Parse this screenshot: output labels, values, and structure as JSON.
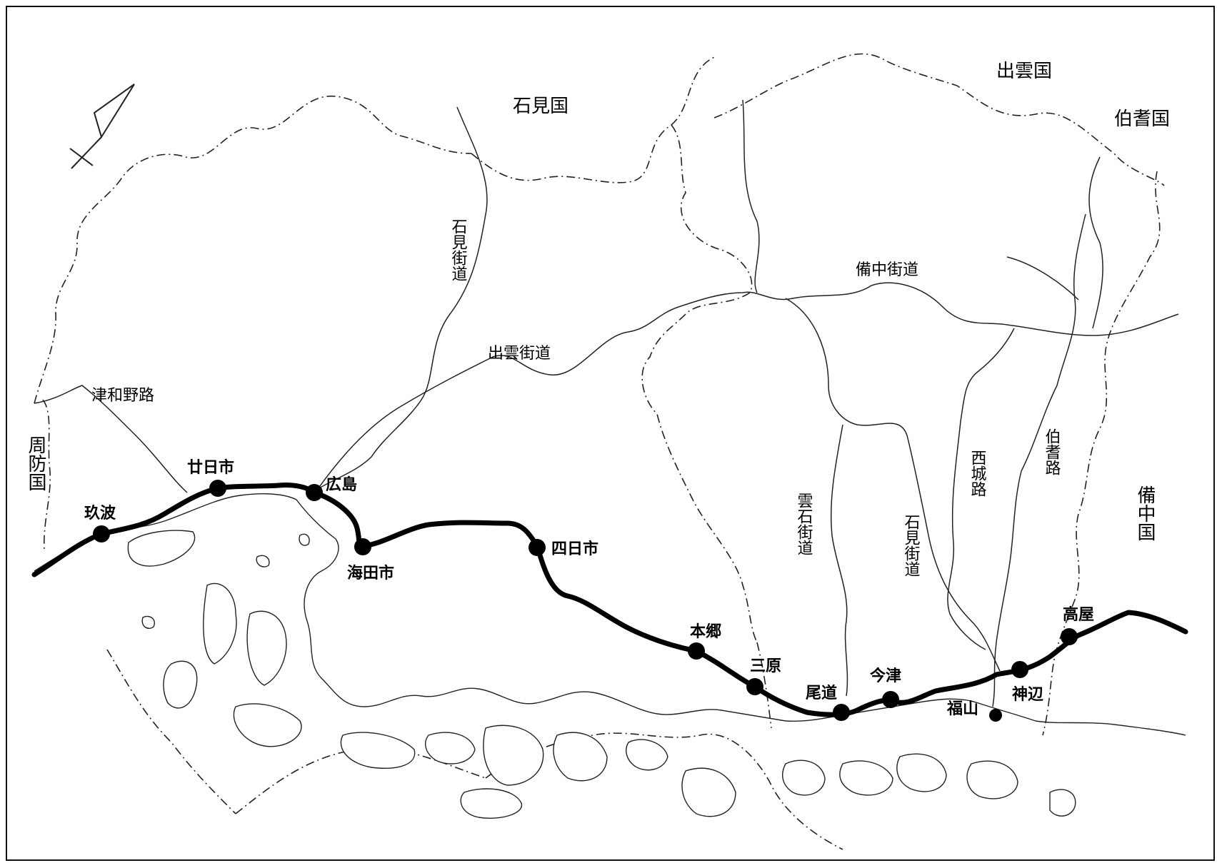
{
  "provinces": {
    "iwami": "石見国",
    "izumo": "出雲国",
    "hoki": "伯耆国",
    "suo": "周防国",
    "bitchu": "備中国"
  },
  "roads": {
    "iwami_kaido_west": "石見街道",
    "izumo_kaido": "出雲街道",
    "tsuwano_ji": "津和野路",
    "bitchu_kaido": "備中街道",
    "unseki_kaido": "雲石街道",
    "iwami_kaido_east": "石見街道",
    "saijo_ji": "西城路",
    "hoki_ji": "伯耆路"
  },
  "stations": {
    "kuba": "玖波",
    "hatsukaichi": "廿日市",
    "hiroshima": "広島",
    "kaitaichi": "海田市",
    "yokkaichi": "四日市",
    "hongo": "本郷",
    "mihara": "三原",
    "onomichi": "尾道",
    "imazu": "今津",
    "fukuyama": "福山",
    "kannabe": "神辺",
    "takaya": "高屋"
  },
  "icons": {
    "north_arrow": "north-arrow-icon"
  }
}
